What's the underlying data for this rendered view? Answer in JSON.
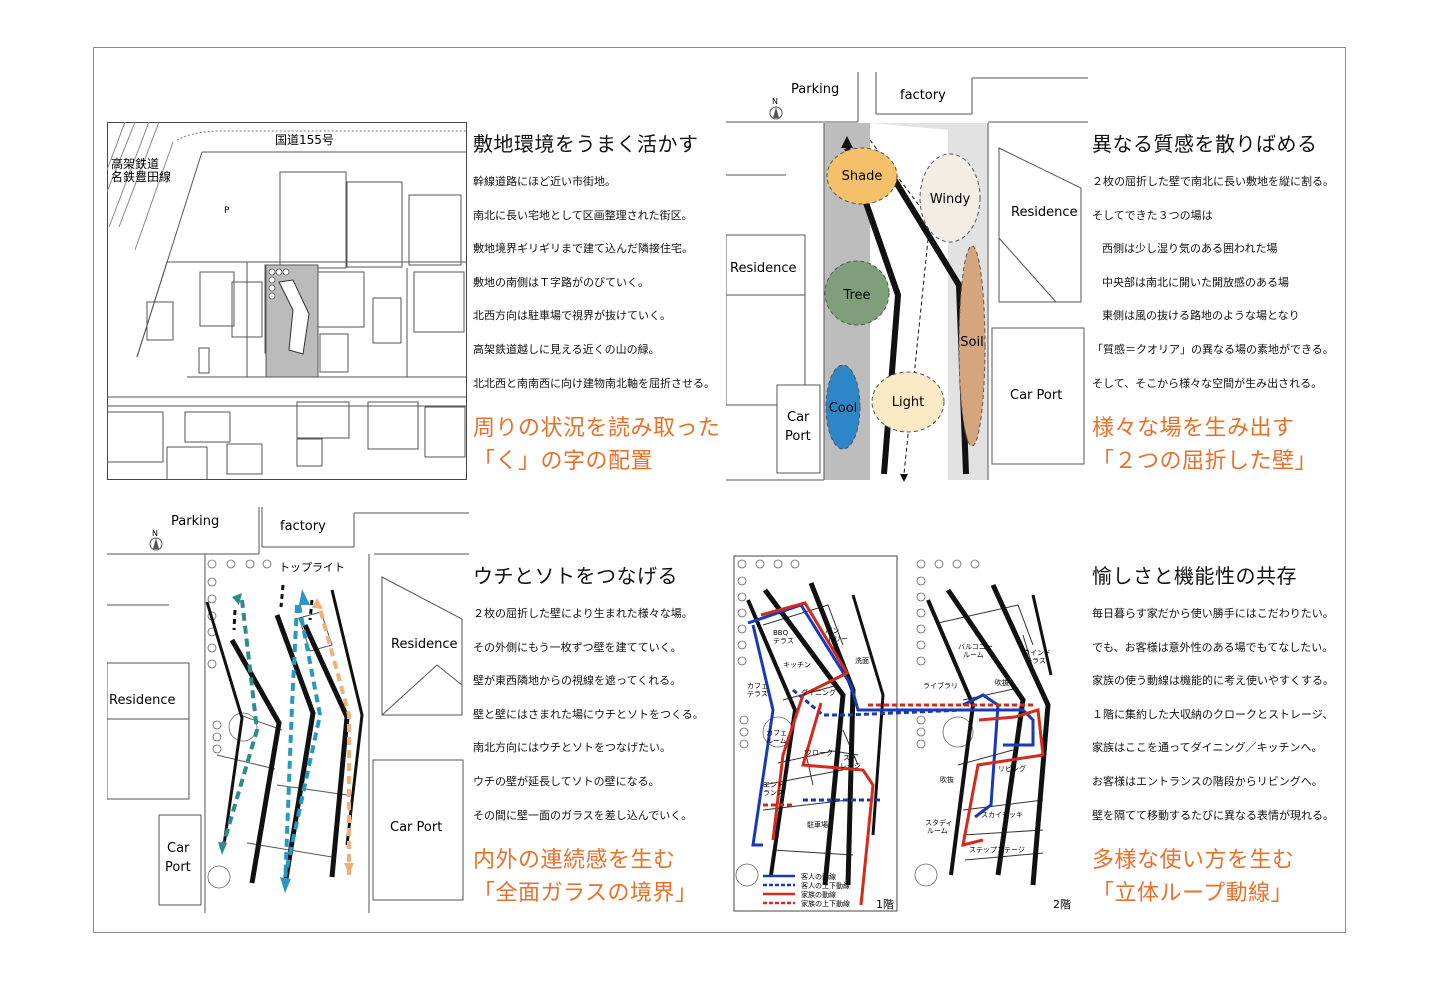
{
  "colors": {
    "accent": "#e8712a",
    "guest_line": "#1a39b8",
    "family_line": "#d22b1c",
    "teal_arrow": "#2e8c89",
    "blue_arrow": "#2898c2",
    "orange_arrow": "#f0b07a"
  },
  "p1": {
    "title": "敷地環境をうまく活かす",
    "lines": [
      "幹線道路にほど近い市街地。",
      "南北に長い宅地として区画整理された街区。",
      "敷地境界ギリギリまで建て込んだ隣接住宅。",
      "敷地の南側はＴ字路がのびていく。",
      "北西方向は駐車場で視界が抜けていく。",
      "高架鉄道越しに見える近くの山の緑。",
      "北北西と南南西に向け建物南北軸を屈折させる。"
    ],
    "concept": [
      "周りの状況を読み取った",
      "「く」の字の配置"
    ],
    "map": {
      "road": "国道155号",
      "rail_1": "高架鉄道",
      "rail_2": "名鉄豊田線",
      "parking": "P"
    }
  },
  "p2": {
    "title": "異なる質感を散りばめる",
    "lines": [
      "２枚の屈折した壁で南北に長い敷地を縦に割る。",
      "そしてできた３つの場は",
      "西側は少し湿り気のある囲われた場",
      "中央部は南北に開いた開放感のある場",
      "東側は風の抜ける路地のような場となり",
      "「質感＝クオリア」の異なる場の素地ができる。",
      "そして、そこから様々な空間が生み出される。"
    ],
    "concept": [
      "様々な場を生み出す",
      "「２つの屈折した壁」"
    ],
    "map": {
      "parking": "Parking",
      "factory": "factory",
      "residence_w": "Residence",
      "residence_e": "Residence",
      "carport_w_1": "Car",
      "carport_w_2": "Port",
      "carport_e": "Car Port",
      "north": "N"
    },
    "qualia": [
      "Shade",
      "Windy",
      "Tree",
      "Soil",
      "Light",
      "Cool"
    ]
  },
  "p3": {
    "title": "ウチとソトをつなげる",
    "lines": [
      "２枚の屈折した壁により生まれた様々な場。",
      "その外側にもう一枚ずつ壁を建てていく。",
      "壁が東西隣地からの視線を遮ってくれる。",
      "壁と壁にはさまれた場にウチとソトをつくる。",
      "南北方向にはウチとソトをつなげたい。",
      "ウチの壁が延長してソトの壁になる。",
      "その間に壁一面のガラスを差し込んでいく。"
    ],
    "concept": [
      "内外の連続感を生む",
      "「全面ガラスの境界」"
    ],
    "map": {
      "parking": "Parking",
      "factory": "factory",
      "toplight": "トップライト",
      "residence_w": "Residence",
      "residence_e": "Residence",
      "carport_w_1": "Car",
      "carport_w_2": "Port",
      "carport_e": "Car Port",
      "north": "N"
    }
  },
  "p4": {
    "title": "愉しさと機能性の共存",
    "lines": [
      "毎日暮らす家だから使い勝手にはこだわりたい。",
      "でも、お客様は意外性のある場でもてなしたい。",
      "家族の使う動線は機能的に考え使いやすくする。",
      "１階に集約した大収納のクロークとストレージ、",
      "家族はここを通ってダイニング／キッチンへ。",
      "お客様はエントランスの階段からリビングへ。",
      "壁を隔てて移動するたびに異なる表情が現れる。"
    ],
    "concept": [
      "多様な使い方を生む",
      "「立体ループ動線」"
    ],
    "plan1": {
      "floor": "1階",
      "bbq": "BBQ",
      "terrace": "テラス",
      "pantry_1": "パン",
      "pantry_2": "トリー",
      "kitchen": "キッチン",
      "wash": "洗面",
      "cafe_t_1": "カフェ",
      "cafe_t_2": "テラス",
      "cafe_r_1": "カフェ",
      "cafe_r_2": "ルーム",
      "dining": "ダイニング",
      "cloak": "クローク",
      "storage_1": "スト",
      "storage_2": "レージ",
      "entrance_1": "エント",
      "entrance_2": "ランス",
      "parking": "駐車場"
    },
    "plan2": {
      "floor": "2階",
      "balcony_1": "バルコニー",
      "balcony_2": "ルーム",
      "window_t_1": "ウインド",
      "window_t_2": "テラス",
      "library": "ライブラリ",
      "void_1": "吹抜",
      "void_2": "吹抜",
      "living": "リビング",
      "skydeck": "スカイデッキ",
      "studyroom_1": "スタディ",
      "studyroom_2": "ルーム",
      "stepstage": "ステップステージ"
    },
    "legend": [
      "客人の動線",
      "客人の上下動線",
      "家族の動線",
      "家族の上下動線"
    ]
  }
}
